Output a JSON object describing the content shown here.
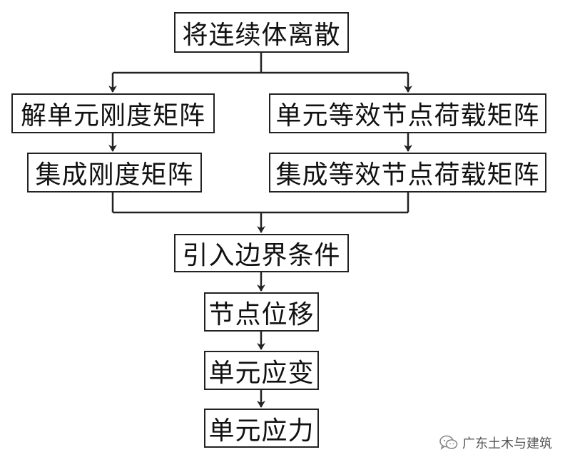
{
  "nodes": {
    "discretize": "将连续体离散",
    "element_stiffness": "解单元刚度矩阵",
    "element_load": "单元等效节点荷载矩阵",
    "global_stiffness": "集成刚度矩阵",
    "global_load": "集成等效节点荷载矩阵",
    "boundary": "引入边界条件",
    "displacement": "节点位移",
    "strain": "单元应变",
    "stress": "单元应力"
  },
  "edges": [
    [
      "discretize",
      "element_stiffness"
    ],
    [
      "discretize",
      "element_load"
    ],
    [
      "element_stiffness",
      "global_stiffness"
    ],
    [
      "element_load",
      "global_load"
    ],
    [
      "global_stiffness",
      "boundary"
    ],
    [
      "global_load",
      "boundary"
    ],
    [
      "boundary",
      "displacement"
    ],
    [
      "displacement",
      "strain"
    ],
    [
      "strain",
      "stress"
    ]
  ],
  "watermark": {
    "text": "广东土木与建筑",
    "icon": "wechat-icon"
  }
}
